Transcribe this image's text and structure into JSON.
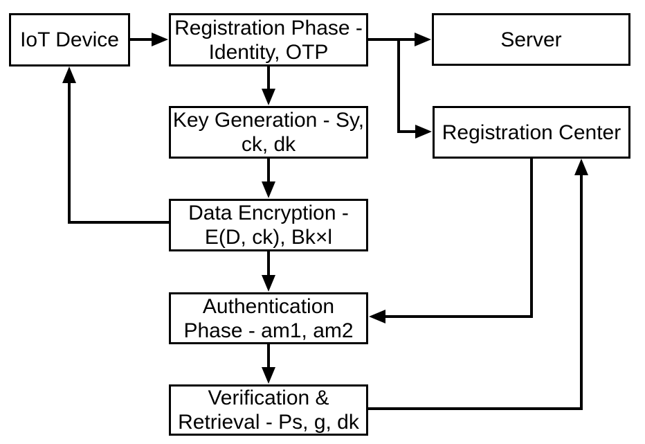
{
  "diagram": {
    "type": "flowchart",
    "background_color": "#ffffff",
    "stroke_color": "#000000",
    "node_fill_color": "#ffffff",
    "text_color": "#000000",
    "nodes": [
      {
        "id": "iot-device",
        "label": "IoT Device"
      },
      {
        "id": "registration-phase",
        "label": "Registration Phase -\nIdentity, OTP"
      },
      {
        "id": "server",
        "label": "Server"
      },
      {
        "id": "registration-center",
        "label": "Registration Center"
      },
      {
        "id": "key-generation",
        "label": "Key Generation - Sy,\nck, dk"
      },
      {
        "id": "data-encryption",
        "label": "Data Encryption -\nE(D, ck), Bk×l"
      },
      {
        "id": "authentication-phase",
        "label": "Authentication\nPhase - am1, am2"
      },
      {
        "id": "verification-retrieval",
        "label": "Verification &\nRetrieval - Ps, g, dk"
      }
    ],
    "edges": [
      {
        "from": "iot-device",
        "to": "registration-phase"
      },
      {
        "from": "registration-phase",
        "to": "server"
      },
      {
        "from": "registration-phase",
        "to": "registration-center"
      },
      {
        "from": "registration-phase",
        "to": "key-generation"
      },
      {
        "from": "key-generation",
        "to": "data-encryption"
      },
      {
        "from": "data-encryption",
        "to": "iot-device"
      },
      {
        "from": "data-encryption",
        "to": "authentication-phase"
      },
      {
        "from": "registration-center",
        "to": "authentication-phase"
      },
      {
        "from": "authentication-phase",
        "to": "verification-retrieval"
      },
      {
        "from": "verification-retrieval",
        "to": "registration-center"
      }
    ]
  }
}
